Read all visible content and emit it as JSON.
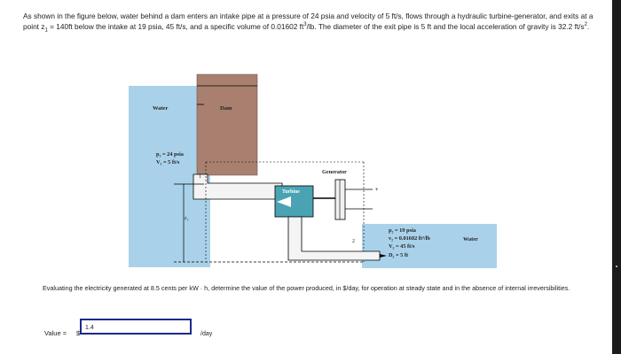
{
  "problem": {
    "part1": "As shown in the figure below, water behind a dam enters an intake pipe at a pressure of 24 psia and velocity of 5 ft/s, flows through a hydraulic turbine-generator, and exits at a point z",
    "z_sub": "1",
    "part2": " = 140ft below the intake at 19 psia, 45 ft/s, and a specific volume of 0.01602 ft",
    "exp3": "3",
    "part3": "/lb. The diameter of the exit pipe is 5 ft and the local acceleration of gravity is 32.2 ft/s",
    "exp2": "2",
    "part4": "."
  },
  "figure": {
    "water_label": "Water",
    "dam_label": "Dam",
    "p1_label": "p₁ = 24 psia",
    "v1_label": "V₁ = 5 ft/s",
    "generator_label": "Generator",
    "turbine_label": "Turbine",
    "plus_label": "+",
    "z1_label": "z₁",
    "point1_label": "1",
    "point2_label": "2",
    "p2_label": "p₂ = 19 psia",
    "v2sv_label": "v₂ = 0.01602 ft³/lb",
    "V2_label": "V₂ = 45 ft/s",
    "D2_label": "D₂ = 5 ft",
    "water_out_label": "Water"
  },
  "question": "Evaluating the electricity generated at 8.5 cents per kW · h, determine the value of the power produced, in $/day, for operation at steady state and in the absence of internal irreversibilities.",
  "answer": {
    "label": "Value =",
    "currency": "$",
    "value": "1.4",
    "unit": "/day"
  },
  "colors": {
    "water": "#a9d2ea",
    "dam": "#a9806f",
    "turbine": "#4aa3b3",
    "answer_border": "#1a2a8c"
  }
}
